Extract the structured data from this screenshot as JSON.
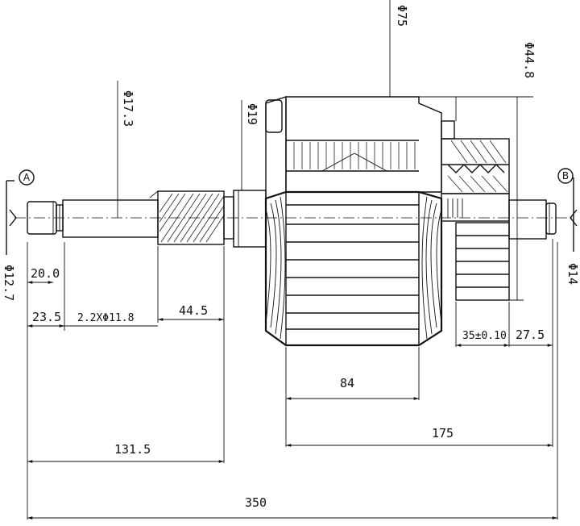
{
  "dimensions": {
    "dia_75": "Φ75",
    "dia_44_8": "Φ44.8",
    "dia_17_3": "Φ17.3",
    "dia_19": "Φ19",
    "dia_12_7": "Φ12.7",
    "dia_14": "Φ14",
    "len_20_0": "20.0",
    "len_23_5": "23.5",
    "groove": "2.2XΦ11.8",
    "len_44_5": "44.5",
    "len_35": "35±0.10",
    "len_27_5": "27.5",
    "len_84": "84",
    "len_175": "175",
    "len_131_5": "131.5",
    "len_350": "350"
  },
  "section_markers": {
    "left": "A",
    "right": "B"
  }
}
